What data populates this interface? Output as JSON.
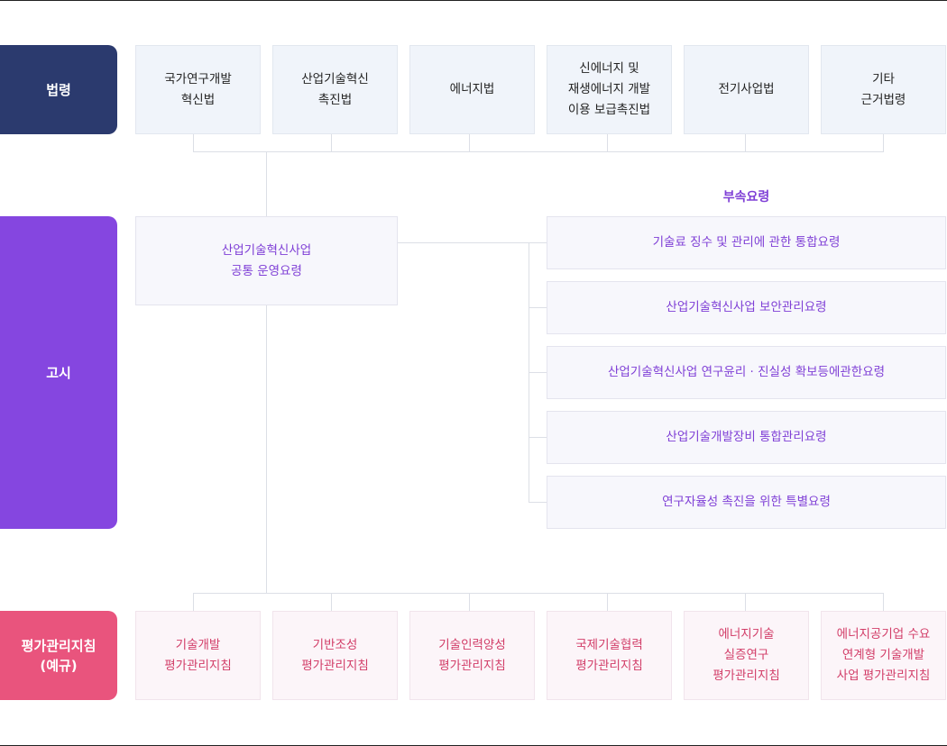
{
  "categories": {
    "law": "법령",
    "notice": "고시",
    "guide": "평가관리지침\n(예규)"
  },
  "laws": [
    "국가연구개발\n혁신법",
    "산업기술혁신\n촉진법",
    "에너지법",
    "신에너지 및\n재생에너지 개발\n이용 보급촉진법",
    "전기사업법",
    "기타\n근거법령"
  ],
  "notice_main": "산업기술혁신사업\n공통 운영요령",
  "sub_title": "부속요령",
  "sub_rules": [
    "기술료 징수 및 관리에 관한 통합요령",
    "산업기술혁신사업 보안관리요령",
    "산업기술혁신사업 연구윤리 · 진실성 확보등에관한요령",
    "산업기술개발장비 통합관리요령",
    "연구자율성 촉진을 위한 특별요령"
  ],
  "guides": [
    "기술개발\n평가관리지침",
    "기반조성\n평가관리지침",
    "기술인력양성\n평가관리지침",
    "국제기술협력\n평가관리지침",
    "에너지기술\n실증연구\n평가관리지침",
    "에너지공기업 수요\n연계형 기술개발\n사업 평가관리지침"
  ]
}
